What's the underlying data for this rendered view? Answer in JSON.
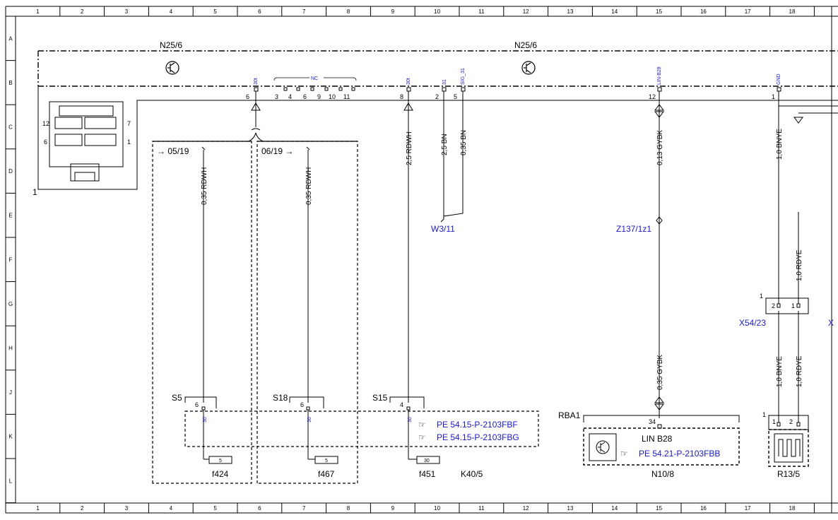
{
  "ruler": {
    "columns": [
      "1",
      "2",
      "3",
      "4",
      "5",
      "6",
      "7",
      "8",
      "9",
      "10",
      "11",
      "12",
      "13",
      "14",
      "15",
      "16",
      "17",
      "18"
    ],
    "rows": [
      "A",
      "B",
      "C",
      "D",
      "E",
      "F",
      "G",
      "H",
      "J",
      "K",
      "L"
    ]
  },
  "modules": {
    "left": "N25/6",
    "right": "N25/6",
    "connector_number": "1",
    "plug_pins": [
      "12",
      "7",
      "6",
      "1"
    ]
  },
  "pins": {
    "p6": "6",
    "p3": "3",
    "p4": "4",
    "p6b": "6",
    "p9": "9",
    "p10": "10",
    "p11": "11",
    "p8": "8",
    "p2": "2",
    "p5": "5",
    "p12": "12",
    "p1": "1"
  },
  "signals": {
    "s30t_a": "30t",
    "nc": "NC",
    "s30t_b": "30t",
    "s31": "31",
    "sig31": "SIG_31",
    "linb28": "LIN-B28",
    "gnd": "GND"
  },
  "wires": {
    "w1": "0,35 RDWH",
    "w2": "0,35 RDWH",
    "w3": "2,5 RDWH",
    "w4": "2,5 BN",
    "w5": "0,35 BN",
    "w6": "0,13 GYBK",
    "w7": "0,35 GYBK",
    "w8": "1,0 BNYE",
    "w9": "1,0 RDYE",
    "w10": "1,0 BNYE",
    "w11": "1,0 RDYE"
  },
  "refs": {
    "r1": "05/19",
    "r2": "06/19",
    "w311": "W3/11",
    "z137": "Z137/1z1"
  },
  "fuses": {
    "s5": "S5",
    "s18": "S18",
    "s15": "S15",
    "s5pin": "6",
    "s18pin": "6",
    "s15pin": "4",
    "p30a": "30",
    "p30b": "30",
    "p30c": "30",
    "f424": "f424",
    "f467": "f467",
    "f451": "f451",
    "f424v": "5",
    "f467v": "5",
    "f451v": "30",
    "k40": "K40/5",
    "pe1": "PE 54.15-P-2103FBF",
    "pe2": "PE 54.15-P-2103FBG"
  },
  "n10": {
    "rba": "RBA1",
    "pin": "34",
    "lin": "LIN B28",
    "pe": "PE 54.21-P-2103FBB",
    "name": "N10/8"
  },
  "x54": {
    "num": "1",
    "p2": "2",
    "p1": "1",
    "name": "X54/23",
    "next": "X"
  },
  "r13": {
    "num": "1",
    "p1": "1",
    "p2": "2",
    "name": "R13/5"
  }
}
